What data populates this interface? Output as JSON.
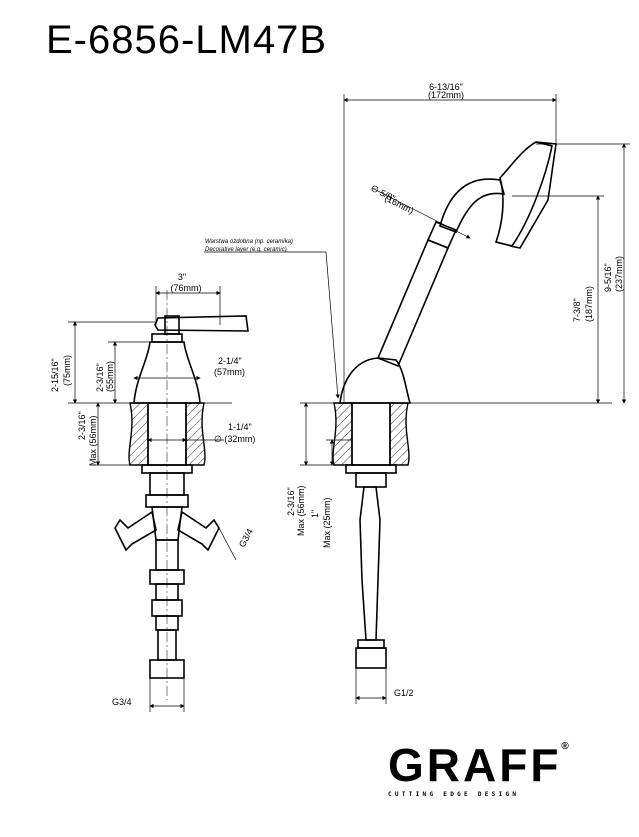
{
  "title": "E-6856-LM47B",
  "brand": {
    "name": "GRAFF",
    "tagline": "CUTTING EDGE DESIGN",
    "registered": "®"
  },
  "notes": {
    "pl": "Warstwa ozdobna (np. ceramika)",
    "en": "Decorative layer (e.g. ceramic)"
  },
  "dims": {
    "width_3in": "3\"",
    "width_76mm": "(76mm)",
    "h_2_15_16": "2-15/16\"",
    "h_75mm": "(75mm)",
    "h_2_3_16": "2-3/16\"",
    "h_55mm": "(55mm)",
    "w_2_1_4": "2-1/4\"",
    "w_57mm": "(57mm)",
    "deck_2_3_16": "2-3/16\"",
    "deck_max_56": "Max (56mm)",
    "hole_1_1_4": "1-1/4\"",
    "hole_32mm": "∅ (32mm)",
    "g34_side": "G3/4",
    "g34_bottom": "G3/4",
    "reach_6_13_16": "6-13/16\"",
    "reach_172mm": "(172mm)",
    "dia_5_8": "∅ 5/8\"",
    "dia_16mm": "(16mm)",
    "h_7_3_8": "7-3/8\"",
    "h_187mm": "(187mm)",
    "h_9_5_16": "9-5/16\"",
    "h_237mm": "(237mm)",
    "deck2_2_3_16": "2-3/16\"",
    "deck2_max_56": "Max (56mm)",
    "thk_1in": "1\"",
    "thk_max_25": "Max (25mm)",
    "g12": "G1/2"
  }
}
